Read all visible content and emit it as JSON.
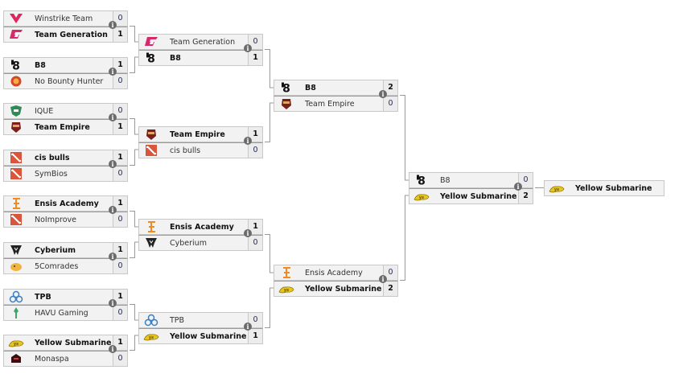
{
  "colors": {
    "row_bg": "#f2f2f2",
    "border": "#c8c8c8",
    "connector": "#9a9a9a",
    "score_text": "#1d2a5a",
    "info_icon": "#6b6b6b"
  },
  "rounds": [
    {
      "name": "round-1",
      "matches": [
        {
          "teams": [
            {
              "name": "Winstrike Team",
              "icon": "winstrike-logo-icon",
              "score": "0",
              "winner": false
            },
            {
              "name": "Team Generation",
              "icon": "team-generation-logo-icon",
              "score": "1",
              "winner": true
            }
          ]
        },
        {
          "teams": [
            {
              "name": "B8",
              "icon": "b8-logo-icon",
              "score": "1",
              "winner": true
            },
            {
              "name": "No Bounty Hunter",
              "icon": "no-bounty-hunter-logo-icon",
              "score": "0",
              "winner": false
            }
          ]
        },
        {
          "teams": [
            {
              "name": "IQUE",
              "icon": "ique-logo-icon",
              "score": "0",
              "winner": false
            },
            {
              "name": "Team Empire",
              "icon": "team-empire-logo-icon",
              "score": "1",
              "winner": true
            }
          ]
        },
        {
          "teams": [
            {
              "name": "cis bulls",
              "icon": "dota-logo-icon",
              "score": "1",
              "winner": true
            },
            {
              "name": "SymBios",
              "icon": "dota-logo-icon",
              "score": "0",
              "winner": false
            }
          ]
        },
        {
          "teams": [
            {
              "name": "Ensis Academy",
              "icon": "ensis-logo-icon",
              "score": "1",
              "winner": true
            },
            {
              "name": "NoImprove",
              "icon": "dota-logo-icon",
              "score": "0",
              "winner": false
            }
          ]
        },
        {
          "teams": [
            {
              "name": "Cyberium",
              "icon": "cyberium-logo-icon",
              "score": "1",
              "winner": true
            },
            {
              "name": "5Comrades",
              "icon": "5comrades-logo-icon",
              "score": "0",
              "winner": false
            }
          ]
        },
        {
          "teams": [
            {
              "name": "TPB",
              "icon": "tpb-logo-icon",
              "score": "1",
              "winner": true
            },
            {
              "name": "HAVU Gaming",
              "icon": "havu-logo-icon",
              "score": "0",
              "winner": false
            }
          ]
        },
        {
          "teams": [
            {
              "name": "Yellow Submarine",
              "icon": "yellow-submarine-logo-icon",
              "score": "1",
              "winner": true
            },
            {
              "name": "Monaspa",
              "icon": "monaspa-logo-icon",
              "score": "0",
              "winner": false
            }
          ]
        }
      ]
    },
    {
      "name": "round-2",
      "matches": [
        {
          "teams": [
            {
              "name": "Team Generation",
              "icon": "team-generation-logo-icon",
              "score": "0",
              "winner": false
            },
            {
              "name": "B8",
              "icon": "b8-logo-icon",
              "score": "1",
              "winner": true
            }
          ]
        },
        {
          "teams": [
            {
              "name": "Team Empire",
              "icon": "team-empire-logo-icon",
              "score": "1",
              "winner": true
            },
            {
              "name": "cis bulls",
              "icon": "dota-logo-icon",
              "score": "0",
              "winner": false
            }
          ]
        },
        {
          "teams": [
            {
              "name": "Ensis Academy",
              "icon": "ensis-logo-icon",
              "score": "1",
              "winner": true
            },
            {
              "name": "Cyberium",
              "icon": "cyberium-logo-icon",
              "score": "0",
              "winner": false
            }
          ]
        },
        {
          "teams": [
            {
              "name": "TPB",
              "icon": "tpb-logo-icon",
              "score": "0",
              "winner": false
            },
            {
              "name": "Yellow Submarine",
              "icon": "yellow-submarine-logo-icon",
              "score": "1",
              "winner": true
            }
          ]
        }
      ]
    },
    {
      "name": "round-3",
      "matches": [
        {
          "teams": [
            {
              "name": "B8",
              "icon": "b8-logo-icon",
              "score": "2",
              "winner": true
            },
            {
              "name": "Team Empire",
              "icon": "team-empire-logo-icon",
              "score": "0",
              "winner": false
            }
          ]
        },
        {
          "teams": [
            {
              "name": "Ensis Academy",
              "icon": "ensis-logo-icon",
              "score": "0",
              "winner": false
            },
            {
              "name": "Yellow Submarine",
              "icon": "yellow-submarine-logo-icon",
              "score": "2",
              "winner": true
            }
          ]
        }
      ]
    },
    {
      "name": "final",
      "matches": [
        {
          "teams": [
            {
              "name": "B8",
              "icon": "b8-logo-icon",
              "score": "0",
              "winner": false
            },
            {
              "name": "Yellow Submarine",
              "icon": "yellow-submarine-logo-icon",
              "score": "2",
              "winner": true
            }
          ]
        }
      ]
    }
  ],
  "champion": {
    "name": "Yellow Submarine",
    "icon": "yellow-submarine-logo-icon"
  },
  "info_icon_glyph": "i"
}
